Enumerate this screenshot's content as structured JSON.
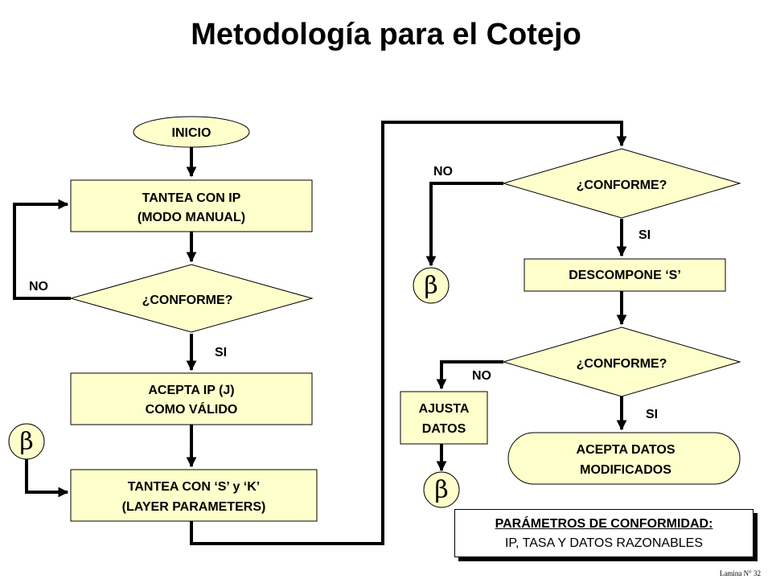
{
  "title": "Metodología para el Cotejo",
  "nodes": {
    "inicio": "INICIO",
    "tantea_ip": [
      "TANTEA CON IP",
      "(MODO MANUAL)"
    ],
    "conforme_1": "¿CONFORME?",
    "acepta_ip": [
      "ACEPTA IP (J)",
      "COMO VÁLIDO"
    ],
    "tantea_s_k": [
      "TANTEA CON ‘S’ y ‘K’",
      "(LAYER PARAMETERS)"
    ],
    "conforme_2": "¿CONFORME?",
    "descompone": "DESCOMPONE  ‘S’",
    "conforme_3": "¿CONFORME?",
    "ajusta": [
      "AJUSTA",
      "DATOS"
    ],
    "acepta_datos": [
      "ACEPTA DATOS",
      "MODIFICADOS"
    ]
  },
  "labels": {
    "no": "NO",
    "si": "SI",
    "beta": "β"
  },
  "params": {
    "title": "PARÁMETROS DE CONFORMIDAD:",
    "text": "IP, TASA Y DATOS RAZONABLES"
  },
  "footer": "Lamina N° 32",
  "colors": {
    "box_fill": "#ffffcc",
    "line": "#000000"
  }
}
